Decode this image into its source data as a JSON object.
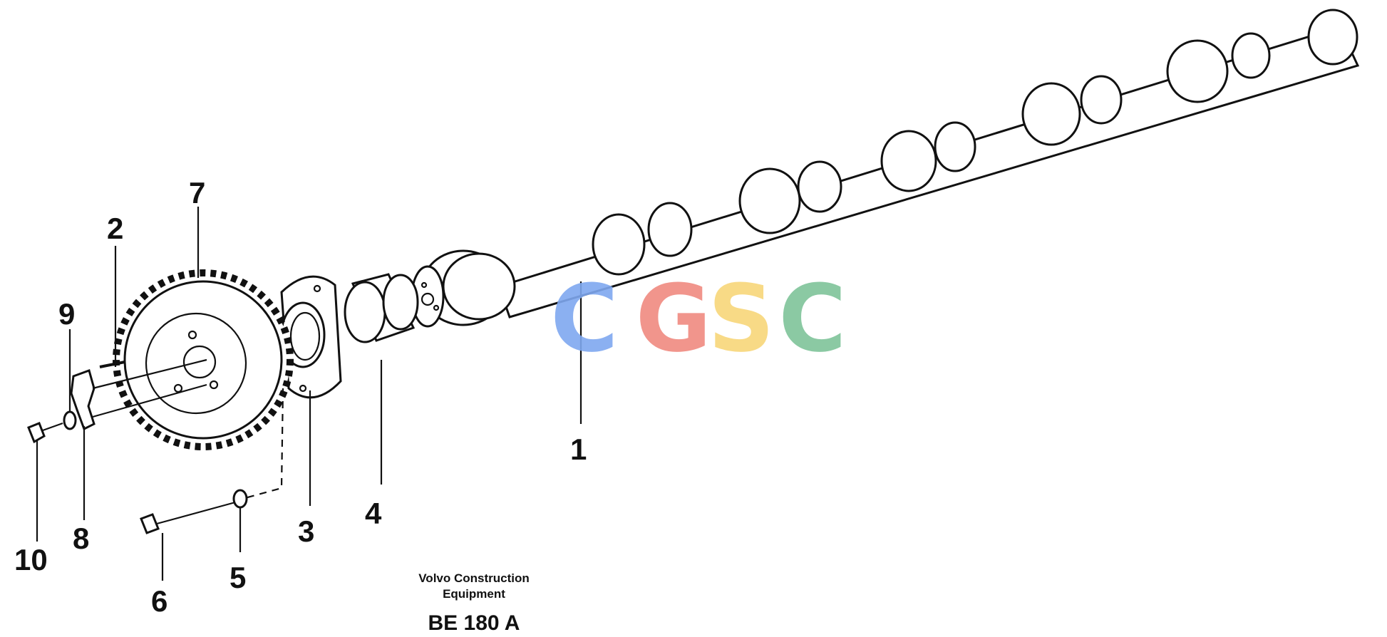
{
  "callouts": {
    "c1": "1",
    "c2": "2",
    "c3": "3",
    "c4": "4",
    "c5": "5",
    "c6": "6",
    "c7": "7",
    "c8": "8",
    "c9": "9",
    "c10": "10"
  },
  "caption": {
    "line1": "Volvo Construction",
    "line2": "Equipment",
    "code": "BE 180 A"
  },
  "watermark": {
    "letters": [
      "C",
      "G",
      "S",
      "C"
    ],
    "colors": [
      "#7fa8f0",
      "#f08a80",
      "#f8d77a",
      "#7fc49a"
    ]
  }
}
